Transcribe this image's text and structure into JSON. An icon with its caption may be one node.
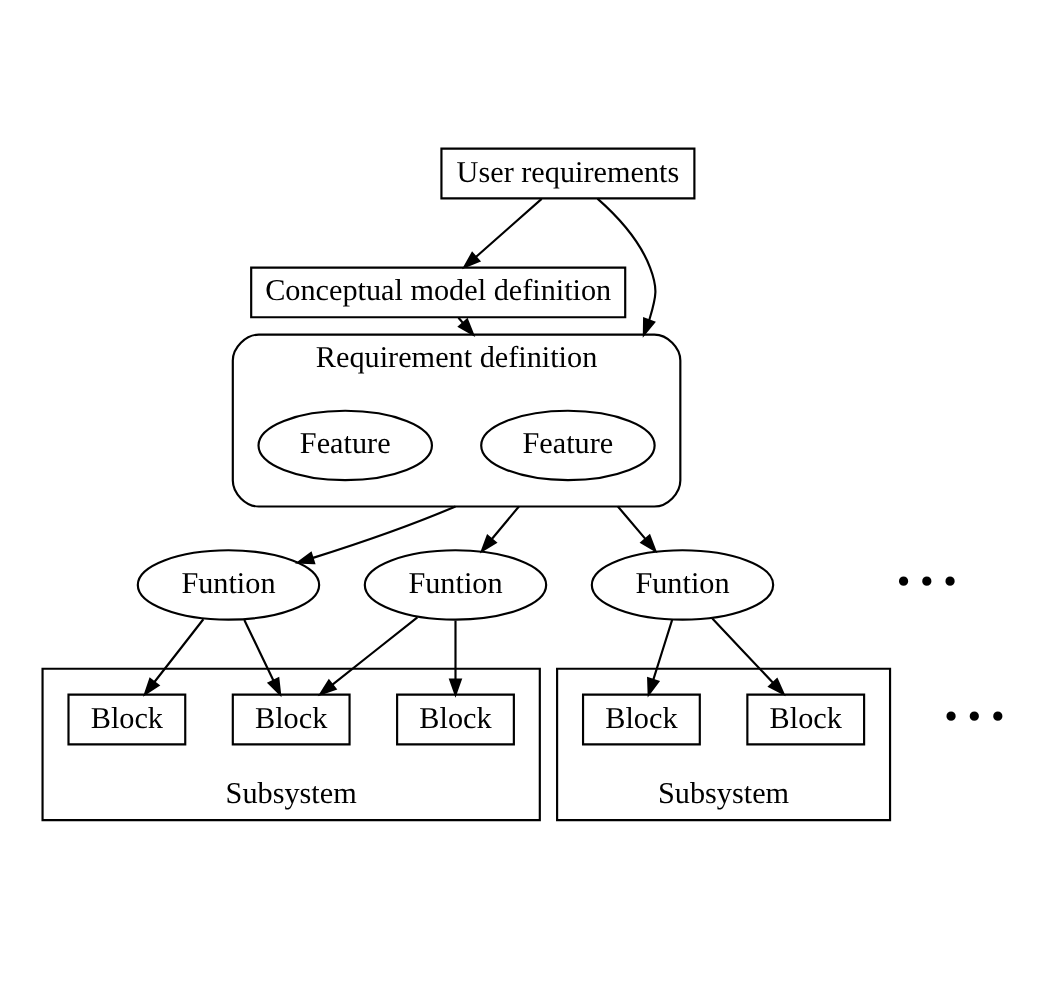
{
  "diagram": {
    "nodes": [
      {
        "text": [
          "User requirements"
        ]
      },
      {
        "text": [
          "Conceptual model definition"
        ]
      },
      {
        "text": [
          "Requirement definition"
        ]
      },
      {
        "text": [
          "Feature"
        ],
        "in": 2
      },
      {
        "text": [
          "Feature"
        ],
        "in": 2
      },
      {
        "text": [
          "Funtion"
        ]
      },
      {
        "text": [
          "Funtion"
        ]
      },
      {
        "text": [
          "Funtion"
        ]
      },
      {
        "text": [
          "Subsystem"
        ]
      },
      {
        "text": [
          "Block"
        ],
        "in": 8
      },
      {
        "text": [
          "Block"
        ],
        "in": 8
      },
      {
        "text": [
          "Block"
        ],
        "in": 8
      },
      {
        "text": [
          "Subsystem"
        ]
      },
      {
        "text": [
          "Block"
        ],
        "in": 12
      },
      {
        "text": [
          "Block"
        ],
        "in": 12
      }
    ],
    "edges": [
      {
        "from": 0,
        "to": 1,
        "arrow": "to"
      },
      {
        "from": 0,
        "to": 2,
        "arrow": "to"
      },
      {
        "from": 1,
        "to": 2,
        "arrow": "to"
      },
      {
        "from": 2,
        "to": 5,
        "arrow": "to"
      },
      {
        "from": 2,
        "to": 6,
        "arrow": "to"
      },
      {
        "from": 2,
        "to": 7,
        "arrow": "to"
      },
      {
        "from": 5,
        "to": 9,
        "arrow": "to"
      },
      {
        "from": 5,
        "to": 10,
        "arrow": "to"
      },
      {
        "from": 6,
        "to": 10,
        "arrow": "to"
      },
      {
        "from": 6,
        "to": 11,
        "arrow": "to"
      },
      {
        "from": 7,
        "to": 13,
        "arrow": "to"
      },
      {
        "from": 7,
        "to": 14,
        "arrow": "to"
      }
    ],
    "labels": [
      "• • •",
      "• • •"
    ]
  }
}
